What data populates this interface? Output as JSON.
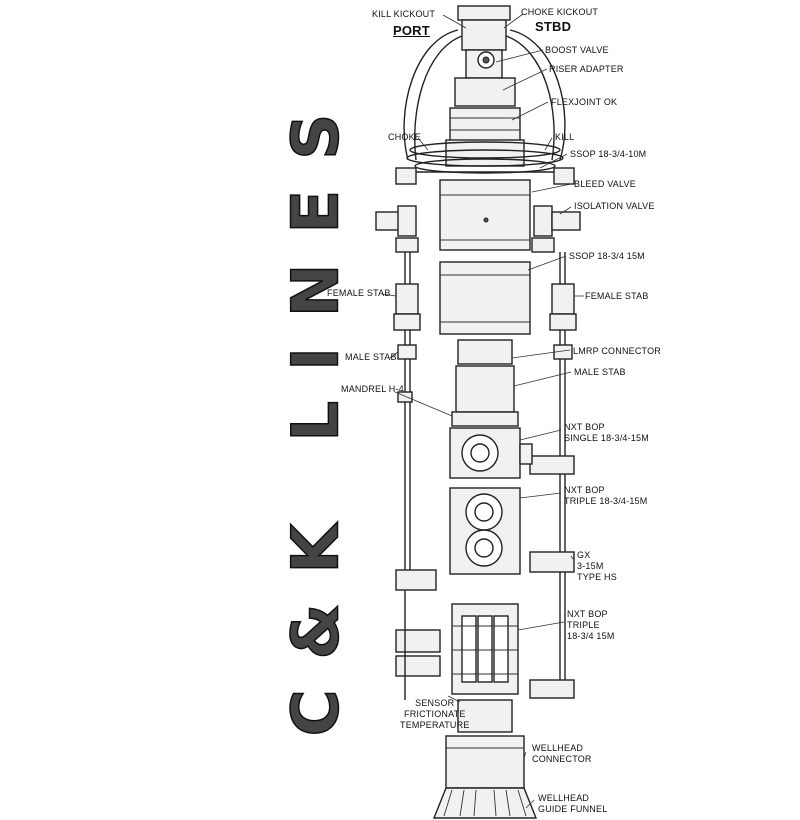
{
  "vertical_title": "C&K LINES",
  "labels": {
    "kill_kickout": "KILL KICKOUT",
    "choke_kickout": "CHOKE KICKOUT",
    "port": "PORT",
    "stbd": "STBD",
    "boost_valve": "BOOST VALVE",
    "riser_adapter": "RISER ADAPTER",
    "flexjoint": "FLEXJOINT OK",
    "choke": "CHOKE",
    "kill": "KILL",
    "ssop_top": "SSOP 18-3/4-10M",
    "bleed_valve": "BLEED VALVE",
    "isolation_valve": "ISOLATION VALVE",
    "ssop_lower": "SSOP 18-3/4 15M",
    "female_stab_left": "FEMALE STAB",
    "female_stab_right": "FEMALE STAB",
    "lmrp_connector": "LMRP CONNECTOR",
    "male_stab_left": "MALE STAB",
    "male_stab_right": "MALE STAB",
    "mandrel": "MANDREL H-4",
    "nxt_bop_single": "NXT BOP\nSINGLE 18-3/4-15M",
    "nxt_bop_triple_top": "NXT BOP\nTRIPLE 18-3/4-15M",
    "gx": "GX\n3-15M\nTYPE HS",
    "nxt_bop_triple_low": "NXT BOP\nTRIPLE\n18-3/4 15M",
    "sensor": "SENSOR\nFRICTIONATE\nTEMPERATURE",
    "wellhead_connector": "WELLHEAD\nCONNECTOR",
    "wellhead_guide": "WELLHEAD\nGUIDE FUNNEL"
  }
}
